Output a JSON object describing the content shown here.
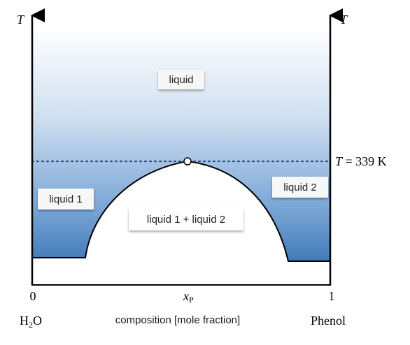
{
  "axes": {
    "left_axis_label": "T",
    "right_axis_label": "T",
    "x_tick_left": "0",
    "x_tick_right": "1",
    "x_tick_mid": "x",
    "x_tick_mid_sub": "P",
    "left_component": "H",
    "left_component_sub": "2",
    "left_component_tail": "O",
    "right_component": "Phenol",
    "x_axis_title": "composition [mole fraction]"
  },
  "critical_line": {
    "label_prefix": "T",
    "label_value": " = 339 K"
  },
  "regions": {
    "liquid": "liquid",
    "liquid1": "liquid 1",
    "liquid2": "liquid 2",
    "two_phase": "liquid 1 + liquid 2"
  },
  "colors": {
    "gradient_top": "#ffffff",
    "gradient_bottom": "#2a6ab0",
    "dotted_line": "#2b4a7a",
    "axis": "#000000"
  }
}
